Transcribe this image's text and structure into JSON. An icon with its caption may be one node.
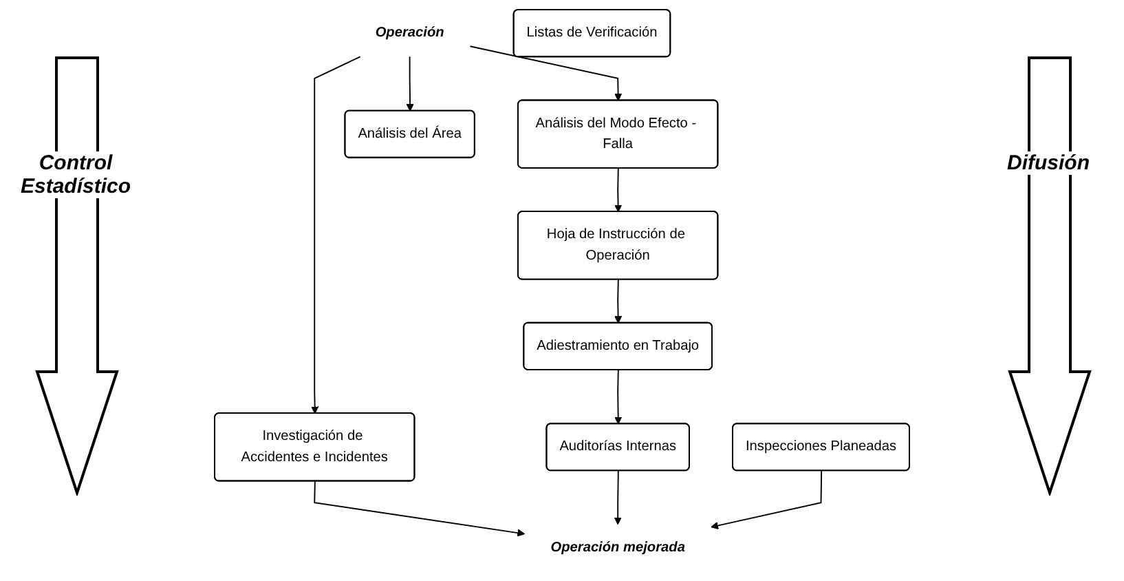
{
  "diagram": {
    "nodes": [
      {
        "text": [
          "Operación"
        ]
      },
      {
        "text": [
          "Análisis del Modo Efecto - Falla"
        ]
      },
      {
        "text": [
          "Hoja de Instrucción de Operación"
        ]
      },
      {
        "text": [
          "Adiestramiento en Trabajo"
        ]
      },
      {
        "text": [
          "Auditorías Internas"
        ]
      },
      {
        "text": [
          "Investigación de Accidentes e Incidentes"
        ]
      },
      {
        "text": [
          "Análisis del Área"
        ]
      },
      {
        "text": [
          "Listas de Verificación"
        ]
      },
      {
        "text": [
          "Inspecciones Planeadas"
        ]
      },
      {
        "text": [
          "Operación mejorada"
        ]
      }
    ],
    "edges": [
      {
        "from": 0,
        "to": 5,
        "arrow": "to"
      },
      {
        "from": 0,
        "to": 1,
        "arrow": "to"
      },
      {
        "from": 0,
        "to": 6,
        "arrow": "to"
      },
      {
        "from": 1,
        "to": 2,
        "arrow": "to"
      },
      {
        "from": 2,
        "to": 3,
        "arrow": "to"
      },
      {
        "from": 3,
        "to": 4,
        "arrow": "to"
      },
      {
        "from": 5,
        "to": 9,
        "arrow": "to"
      },
      {
        "from": 4,
        "to": 9,
        "arrow": "to"
      },
      {
        "from": 8,
        "to": 9,
        "arrow": "to"
      }
    ],
    "labels": [
      "Control Estadístico",
      "Difusión"
    ]
  }
}
